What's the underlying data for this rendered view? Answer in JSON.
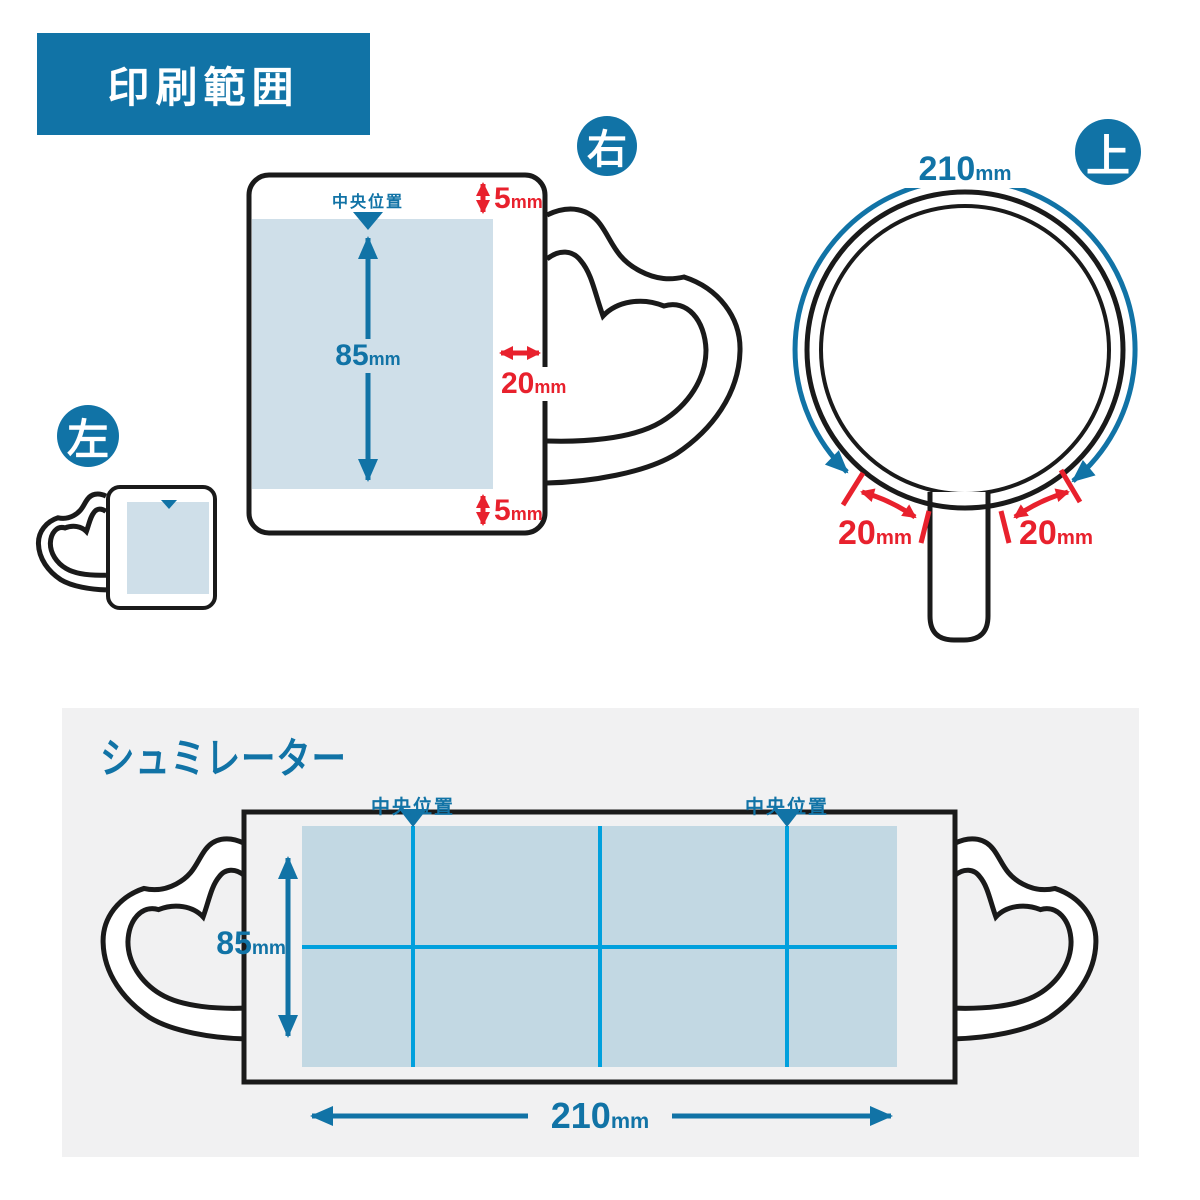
{
  "title_banner": {
    "label": "印刷範囲"
  },
  "views": {
    "right": {
      "badge": "右",
      "center_position_label": "中央位置",
      "top_margin": {
        "value": "5",
        "unit": "mm"
      },
      "print_height": {
        "value": "85",
        "unit": "mm"
      },
      "handle_clearance": {
        "value": "20",
        "unit": "mm"
      },
      "bottom_margin": {
        "value": "5",
        "unit": "mm"
      }
    },
    "top": {
      "badge": "上",
      "circumference": {
        "value": "210",
        "unit": "mm"
      },
      "left_handle_clearance": {
        "value": "20",
        "unit": "mm"
      },
      "right_handle_clearance": {
        "value": "20",
        "unit": "mm"
      }
    },
    "left": {
      "badge": "左"
    }
  },
  "simulator": {
    "title": "シュミレーター",
    "center_position_label_1": "中央位置",
    "center_position_label_2": "中央位置",
    "print_height": {
      "value": "85",
      "unit": "mm"
    },
    "print_width": {
      "value": "210",
      "unit": "mm"
    }
  },
  "colors": {
    "primary_blue": "#1173a6",
    "grid_blue": "#00a0dd",
    "print_area_fill": "#cfdfe9",
    "simulator_print_fill": "#c2d8e3",
    "dimension_red": "#e8212d",
    "panel_gray": "#f1f1f2",
    "outline_black": "#1a1a1a"
  }
}
